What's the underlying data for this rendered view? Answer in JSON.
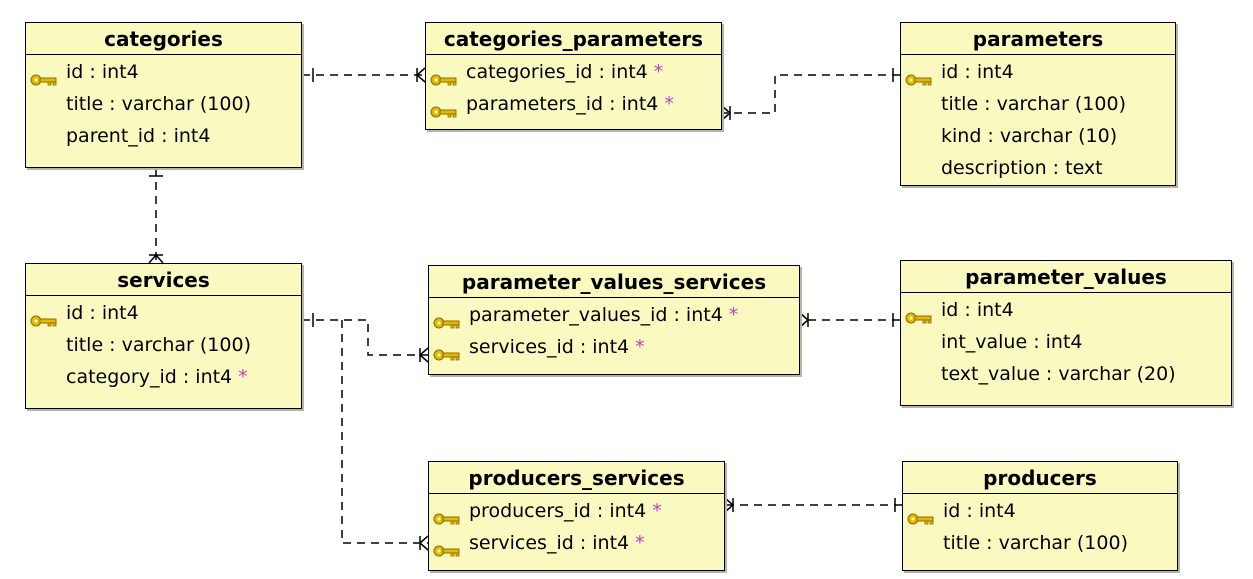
{
  "colors": {
    "entity_fill": "#fafac0",
    "key_icon": "#e6b800",
    "required_marker": "#c040c0",
    "edge": "#000000"
  },
  "entities": {
    "categories": {
      "title": "categories",
      "fields": [
        {
          "key": true,
          "text": "id : int4",
          "required": ""
        },
        {
          "key": false,
          "text": "title : varchar (100)",
          "required": ""
        },
        {
          "key": false,
          "text": "parent_id : int4",
          "required": ""
        }
      ]
    },
    "categories_parameters": {
      "title": "categories_parameters",
      "fields": [
        {
          "key": true,
          "text": "categories_id : int4",
          "required": "*"
        },
        {
          "key": true,
          "text": "parameters_id : int4",
          "required": "*"
        }
      ]
    },
    "parameters": {
      "title": "parameters",
      "fields": [
        {
          "key": true,
          "text": "id : int4",
          "required": ""
        },
        {
          "key": false,
          "text": "title : varchar (100)",
          "required": ""
        },
        {
          "key": false,
          "text": "kind : varchar (10)",
          "required": ""
        },
        {
          "key": false,
          "text": "description : text",
          "required": ""
        }
      ]
    },
    "services": {
      "title": "services",
      "fields": [
        {
          "key": true,
          "text": "id : int4",
          "required": ""
        },
        {
          "key": false,
          "text": "title : varchar (100)",
          "required": ""
        },
        {
          "key": false,
          "text": "category_id : int4",
          "required": "*"
        }
      ]
    },
    "parameter_values_services": {
      "title": "parameter_values_services",
      "fields": [
        {
          "key": true,
          "text": "parameter_values_id : int4",
          "required": "*"
        },
        {
          "key": true,
          "text": "services_id : int4",
          "required": "*"
        }
      ]
    },
    "parameter_values": {
      "title": "parameter_values",
      "fields": [
        {
          "key": true,
          "text": "id : int4",
          "required": ""
        },
        {
          "key": false,
          "text": "int_value : int4",
          "required": ""
        },
        {
          "key": false,
          "text": "text_value : varchar (20)",
          "required": ""
        }
      ]
    },
    "producers_services": {
      "title": "producers_services",
      "fields": [
        {
          "key": true,
          "text": "producers_id : int4",
          "required": "*"
        },
        {
          "key": true,
          "text": "services_id : int4",
          "required": "*"
        }
      ]
    },
    "producers": {
      "title": "producers",
      "fields": [
        {
          "key": true,
          "text": "id : int4",
          "required": ""
        },
        {
          "key": false,
          "text": "title : varchar (100)",
          "required": ""
        }
      ]
    }
  }
}
